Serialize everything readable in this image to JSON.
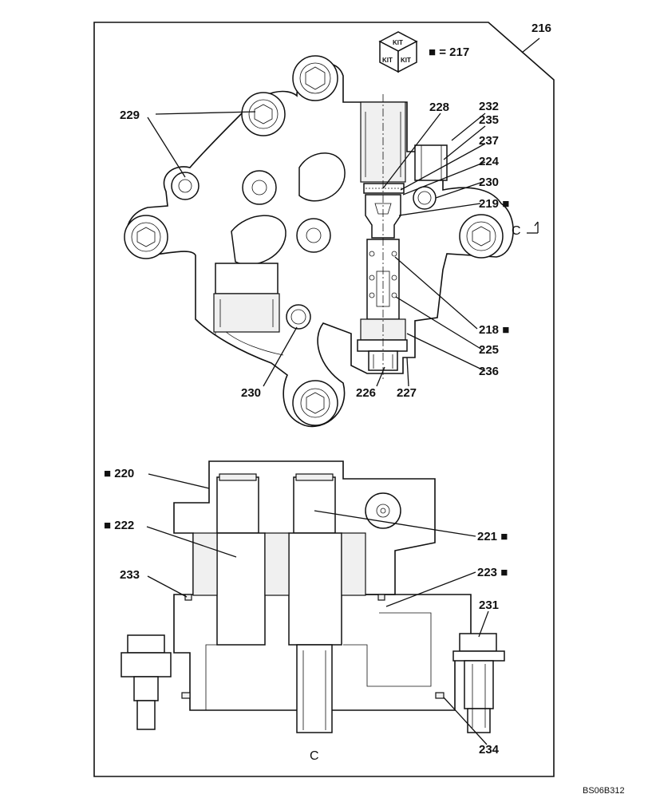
{
  "frame": {
    "number": "216"
  },
  "kit": {
    "icon": "kit-cube-icon",
    "top": "KIT",
    "left": "KIT",
    "right": "KIT",
    "legend": "■ = 217"
  },
  "section_marker": "C",
  "section_view_label": "C",
  "reference_code": "BS06B312",
  "top_view_callouts": {
    "c229": "229",
    "c228": "228",
    "c232": "232",
    "c235": "235",
    "c237": "237",
    "c224": "224",
    "c230a": "230",
    "c219": "219 ■",
    "c218": "218 ■",
    "c225": "225",
    "c236": "236",
    "c226": "226",
    "c227": "227",
    "c230b": "230"
  },
  "section_view_callouts": {
    "c220": "■ 220",
    "c222": "■ 222",
    "c233": "233",
    "c221": "221 ■",
    "c223": "223 ■",
    "c231": "231",
    "c234": "234"
  }
}
